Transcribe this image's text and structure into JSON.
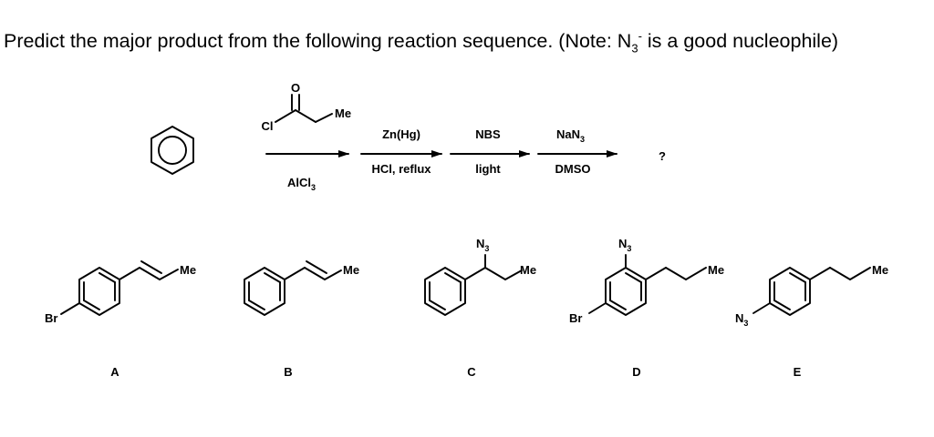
{
  "question": {
    "text_before_sup": "Predict the major product from the following reaction sequence. (Note: N",
    "sub": "3",
    "sup": "-",
    "text_after": " is a good nucleophile)"
  },
  "reaction": {
    "reagent1": {
      "atom_O": "O",
      "atom_Cl": "Cl",
      "group_Me": "Me",
      "catalyst_main": "AlCl",
      "catalyst_sub": "3"
    },
    "step2": {
      "above": "Zn(Hg)",
      "below": "HCl, reflux"
    },
    "step3": {
      "above": "NBS",
      "below": "light"
    },
    "step4": {
      "above_main": "NaN",
      "above_sub": "3",
      "below": "DMSO"
    },
    "product": "?"
  },
  "choices": [
    {
      "letter": "A",
      "substituent": "Br",
      "group": "Me"
    },
    {
      "letter": "B",
      "group": "Me"
    },
    {
      "letter": "C",
      "azide_main": "N",
      "azide_sub": "3",
      "group": "Me"
    },
    {
      "letter": "D",
      "azide_main": "N",
      "azide_sub": "3",
      "substituent": "Br",
      "group": "Me"
    },
    {
      "letter": "E",
      "azide_main": "N",
      "azide_sub": "3",
      "group": "Me"
    }
  ]
}
